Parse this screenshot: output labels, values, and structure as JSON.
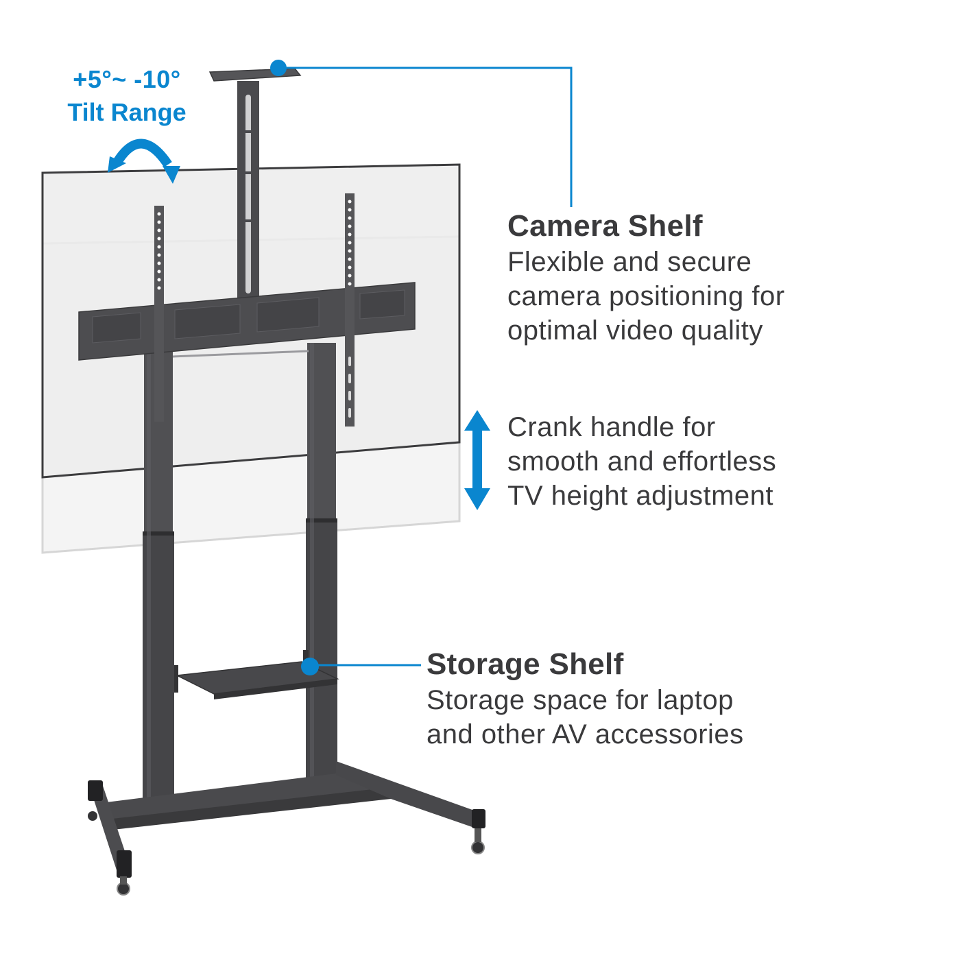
{
  "colors": {
    "accent_blue": "#0a86cf",
    "text_dark": "#3a3a3c",
    "stand_metal": "#4a4a4d",
    "tv_outline": "#3c3c3e",
    "tv_fill": "#ececec",
    "ghost_outline": "#d4d4d4"
  },
  "tilt": {
    "degrees": "+5°~ -10°",
    "label": "Tilt Range",
    "icon": "curved-double-arrow-icon"
  },
  "callouts": {
    "camera_shelf": {
      "title": "Camera Shelf",
      "description_lines": [
        "Flexible and secure",
        "camera positioning for",
        "optimal video quality"
      ],
      "marker_icon": "callout-dot-icon"
    },
    "crank_handle": {
      "description_lines": [
        "Crank handle for",
        "smooth and effortless",
        "TV height adjustment"
      ],
      "icon": "vertical-double-arrow-icon"
    },
    "storage_shelf": {
      "title": "Storage Shelf",
      "description_lines": [
        "Storage space for laptop",
        "and other AV accessories"
      ],
      "marker_icon": "callout-dot-icon"
    }
  }
}
